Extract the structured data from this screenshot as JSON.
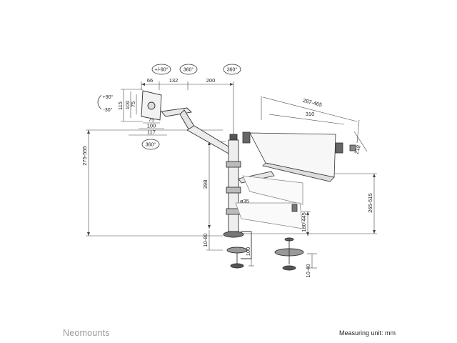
{
  "rotations": {
    "tilt": "+/-90°",
    "swivel_top_a": "360°",
    "swivel_top_b": "360°",
    "swivel_bottom": "360°",
    "tilt_up": "+90°",
    "tilt_down": "-30°"
  },
  "monitor_arm": {
    "offset_66": "66",
    "segment_132": "132",
    "segment_200": "200",
    "vesa_h_115": "115",
    "vesa_h_100": "100",
    "vesa_h_75": "75",
    "vesa_w_75": "75",
    "vesa_w_100": "100",
    "plate_117": "117"
  },
  "pole": {
    "height_range": "275-555",
    "pole_398": "398",
    "diameter": "ø35",
    "desk_thickness": "10-80",
    "clamp_100": "100",
    "grommet_thickness": "10-40"
  },
  "laptop_tray": {
    "width_range": "287-465",
    "width_310": "310",
    "depth_218": "218",
    "height_range": "265-515",
    "lower_height_range": "180-445"
  },
  "footer": {
    "brand": "Neomounts",
    "measuring_unit": "Measuring unit: mm"
  }
}
